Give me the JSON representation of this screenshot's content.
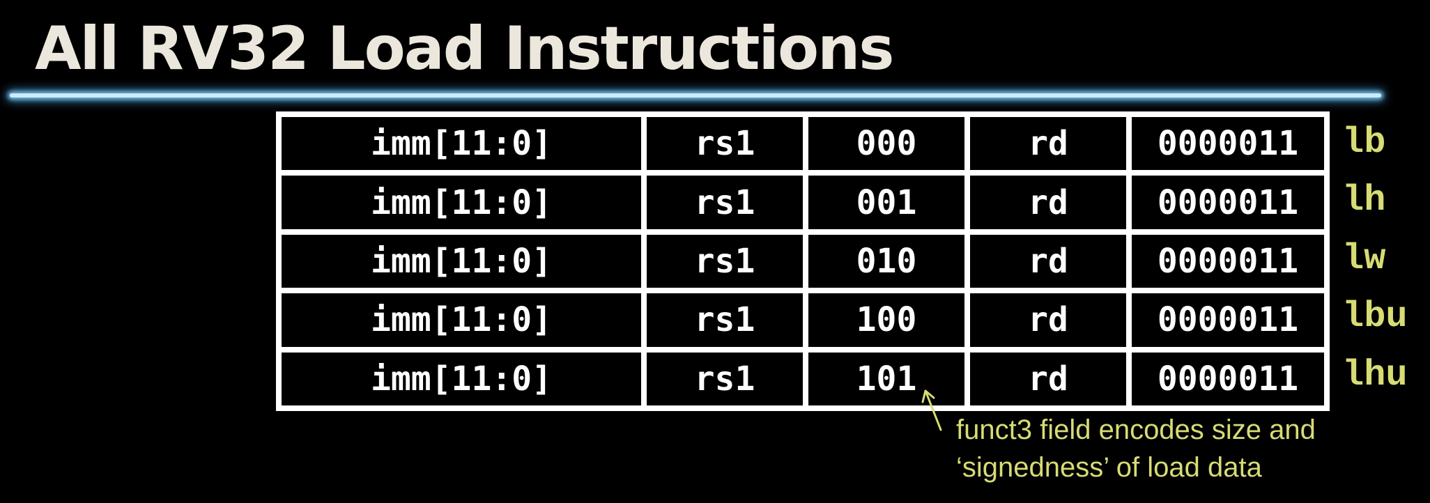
{
  "title": "All RV32 Load Instructions",
  "colors": {
    "background": "#000000",
    "title": "#ece7dc",
    "rule": "#cfe9f6",
    "table_border": "#ffffff",
    "cell_text": "#ffffff",
    "accent": "#d7dc74"
  },
  "rows": [
    {
      "imm": "imm[11:0]",
      "rs1": "rs1",
      "funct3": "000",
      "rd": "rd",
      "opcode": "0000011",
      "mnemonic": "lb"
    },
    {
      "imm": "imm[11:0]",
      "rs1": "rs1",
      "funct3": "001",
      "rd": "rd",
      "opcode": "0000011",
      "mnemonic": "lh"
    },
    {
      "imm": "imm[11:0]",
      "rs1": "rs1",
      "funct3": "010",
      "rd": "rd",
      "opcode": "0000011",
      "mnemonic": "lw"
    },
    {
      "imm": "imm[11:0]",
      "rs1": "rs1",
      "funct3": "100",
      "rd": "rd",
      "opcode": "0000011",
      "mnemonic": "lbu"
    },
    {
      "imm": "imm[11:0]",
      "rs1": "rs1",
      "funct3": "101",
      "rd": "rd",
      "opcode": "0000011",
      "mnemonic": "lhu"
    }
  ],
  "annotation": {
    "line1": "funct3 field encodes size and",
    "line2": "‘signedness’ of load data",
    "icon": "arrow-up-left-icon"
  }
}
